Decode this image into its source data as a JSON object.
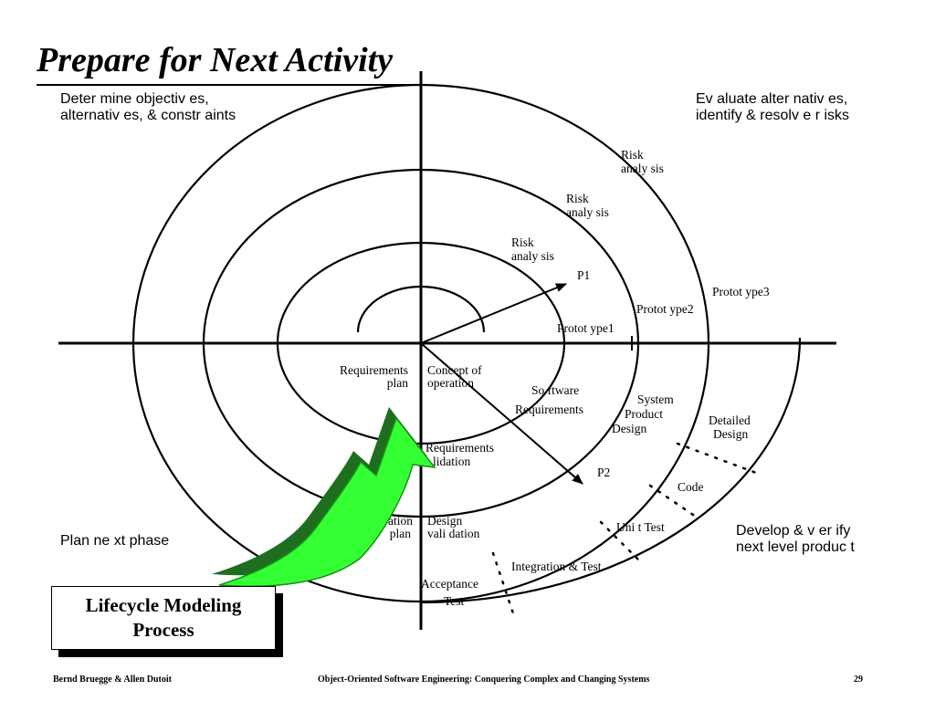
{
  "slide": {
    "title": "Prepare for Next Activity",
    "callout": "Lifecycle Modeling\nProcess",
    "footer": {
      "authors": "Bernd Bruegge & Allen Dutoit",
      "book": "Object-Oriented Software Engineering: Conquering Complex and Changing Systems",
      "page": "29"
    }
  },
  "quadrants": {
    "top_left": "Deter mine objectiv  es,\nalternativ es, & constr aints",
    "top_right": "Ev aluate alter nativ es,\nidentify & resolv e r isks",
    "bottom_left": "Plan ne xt phase",
    "bottom_right": "Develop & v er ify\nnext level produc t"
  },
  "diagram": {
    "risk_label_line1": "Risk",
    "risk_label_line2": "analy sis",
    "prototype1": "Protot ype1",
    "prototype2": "Protot ype2",
    "prototype3": "Protot ype3",
    "p1": "P1",
    "p2": "P2",
    "requirements_plan_line1": "Requirements",
    "requirements_plan_line2": "plan",
    "concept_line1": "Concept of",
    "concept_line2": "operation",
    "software_req_line1": "So ftware",
    "software_req_line2": "Requirements",
    "system_design_line1": "System",
    "system_design_line2": "Product",
    "system_design_line3": "Design",
    "detailed_design_line1": "Detailed",
    "detailed_design_line2": "Design",
    "req_validation_line1": "Requirements",
    "req_validation_line2": "lidation",
    "code": "Code",
    "unit_test": "Uni t Test",
    "integration_test": "Integration & Test",
    "acceptance_line1": "Acceptance",
    "acceptance_line2": "Test",
    "integration_plan_line1": "ation",
    "integration_plan_line2": "plan",
    "design_validation_line1": "Design",
    "design_validation_line2": "vali dation"
  },
  "colors": {
    "arrow_green": "#33ff33",
    "arrow_dark": "#1f6e1f"
  }
}
